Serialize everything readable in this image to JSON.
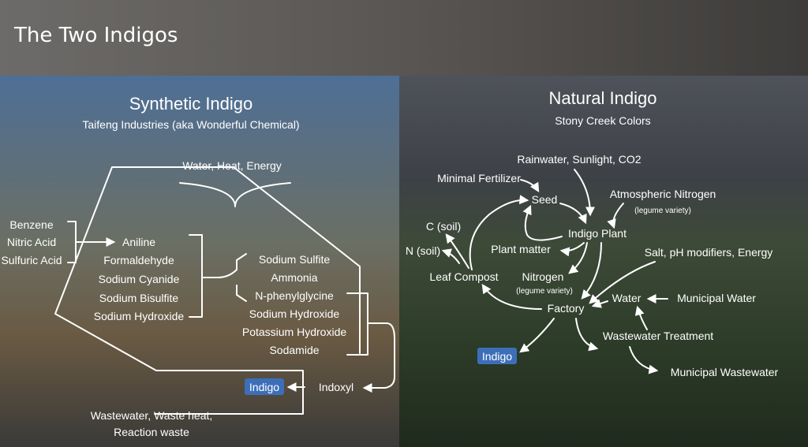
{
  "slide": {
    "title": "The Two Indigos"
  },
  "synthetic": {
    "heading": "Synthetic Indigo",
    "subheading": "Taifeng Industries (aka Wonderful Chemical)",
    "inputs_top": "Water, Heat, Energy",
    "group1": [
      "Benzene",
      "Nitric Acid",
      "Sulfuric Acid"
    ],
    "group2": [
      "Aniline",
      "Formaldehyde",
      "Sodium Cyanide",
      "Sodium Bisulfite",
      "Sodium Hydroxide"
    ],
    "group3": [
      "Sodium Sulfite",
      "Ammonia",
      "N-phenylglycine",
      "Sodium Hydroxide",
      "Potassium Hydroxide",
      "Sodamide"
    ],
    "indigo": "Indigo",
    "indoxyl": "Indoxyl",
    "waste_line1": "Wastewater, Waste heat,",
    "waste_line2": "Reaction waste"
  },
  "natural": {
    "heading": "Natural Indigo",
    "subheading": "Stony Creek Colors",
    "rain": "Rainwater, Sunlight, CO2",
    "fertilizer": "Minimal Fertilizer",
    "seed": "Seed",
    "atmospheric": "Atmospheric Nitrogen",
    "atmospheric_note": "(legume variety)",
    "c_soil": "C (soil)",
    "n_soil": "N (soil)",
    "plant_matter": "Plant matter",
    "indigo_plant": "Indigo Plant",
    "salt": "Salt, pH modifiers, Energy",
    "leaf_compost": "Leaf Compost",
    "nitrogen": "Nitrogen",
    "nitrogen_note": "(legume variety)",
    "water": "Water",
    "municipal_water": "Municipal Water",
    "factory": "Factory",
    "wastewater_treatment": "Wastewater Treatment",
    "indigo": "Indigo",
    "municipal_wastewater": "Municipal Wastewater"
  },
  "colors": {
    "indigo_chip": "#3d6fb8",
    "title_bar": "#5b5855"
  }
}
